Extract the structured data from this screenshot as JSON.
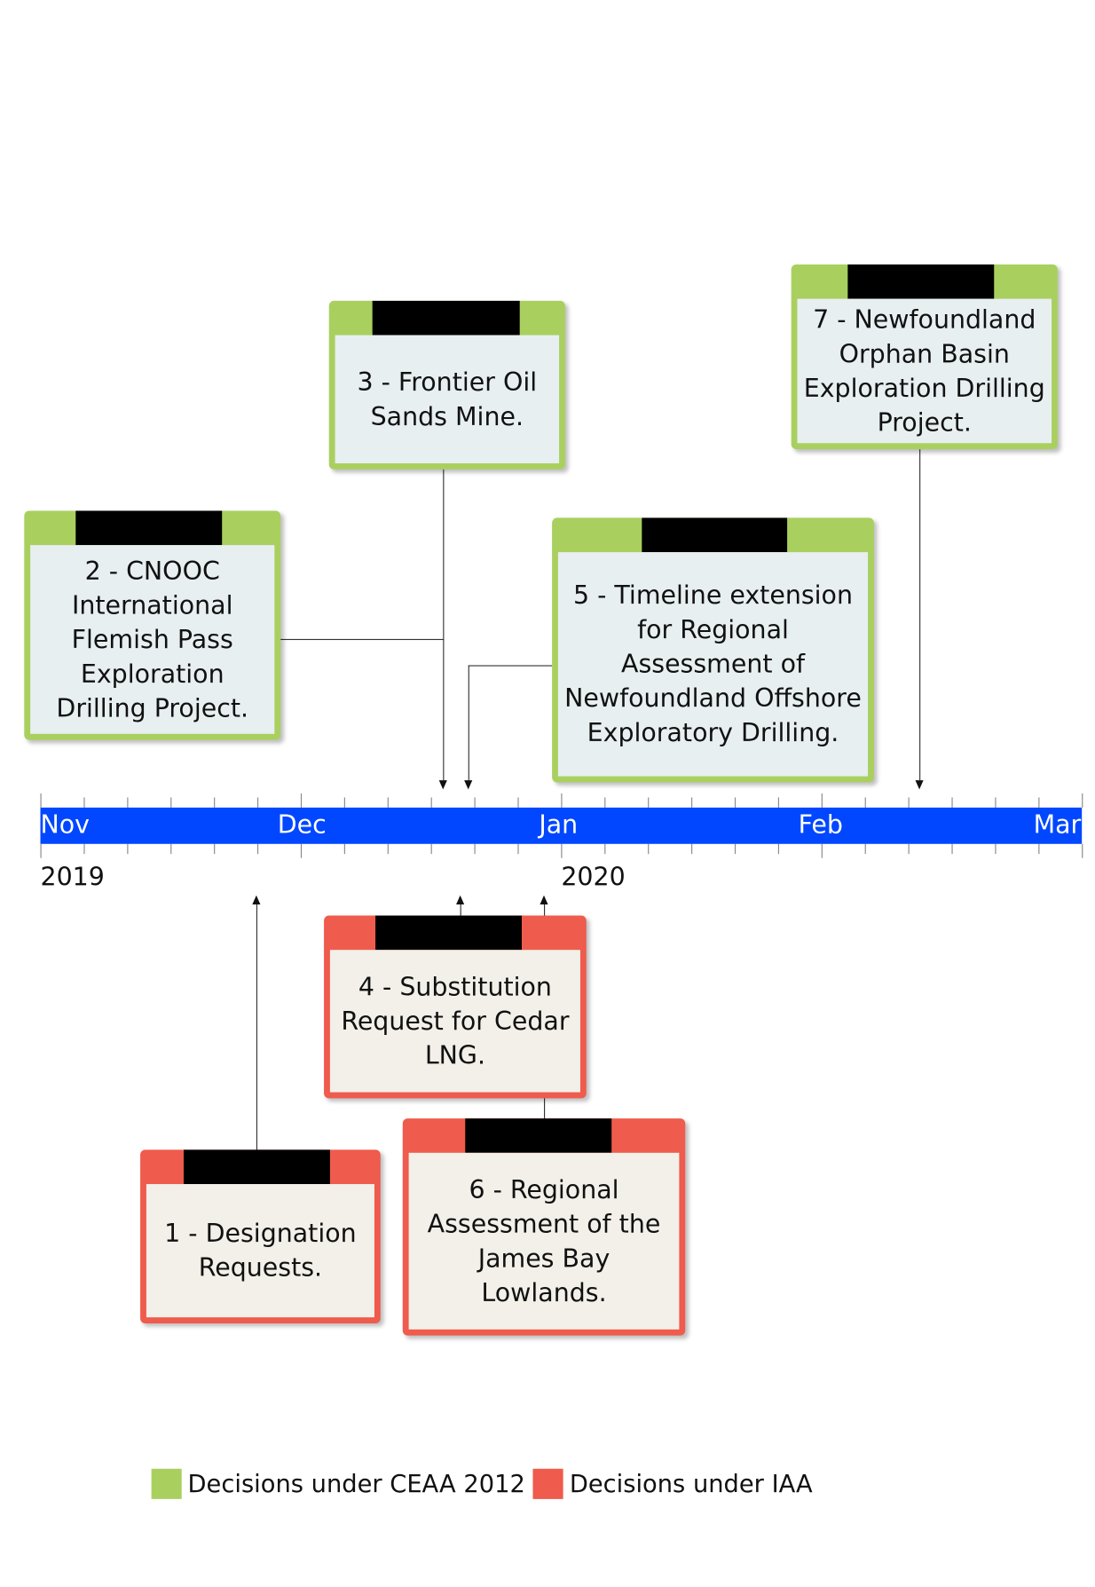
{
  "timeline": {
    "months": [
      "Nov",
      "Dec",
      "Jan",
      "Feb",
      "Mar"
    ],
    "years": [
      "2019",
      "2020"
    ],
    "bar_color": "#0047ff"
  },
  "events": [
    {
      "id": 1,
      "label": "1 - Designation Requests.",
      "category": "IAA"
    },
    {
      "id": 2,
      "label": "2 - CNOOC International Flemish Pass Exploration Drilling Project.",
      "category": "CEAA 2012"
    },
    {
      "id": 3,
      "label": "3 - Frontier Oil Sands Mine.",
      "category": "CEAA 2012"
    },
    {
      "id": 4,
      "label": "4 - Substitution Request for Cedar LNG.",
      "category": "IAA"
    },
    {
      "id": 5,
      "label": "5 - Timeline extension for Regional Assessment of Newfoundland Offshore Exploratory Drilling.",
      "category": "CEAA 2012"
    },
    {
      "id": 6,
      "label": "6 - Regional Assessment of the James Bay Lowlands.",
      "category": "IAA"
    },
    {
      "id": 7,
      "label": "7 - Newfoundland Orphan Basin Exploration Drilling Project.",
      "category": "CEAA 2012"
    }
  ],
  "legend": [
    {
      "label": "Decisions under CEAA 2012",
      "color": "#a9d05f"
    },
    {
      "label": "Decisions under IAA",
      "color": "#ef5b4c"
    }
  ]
}
